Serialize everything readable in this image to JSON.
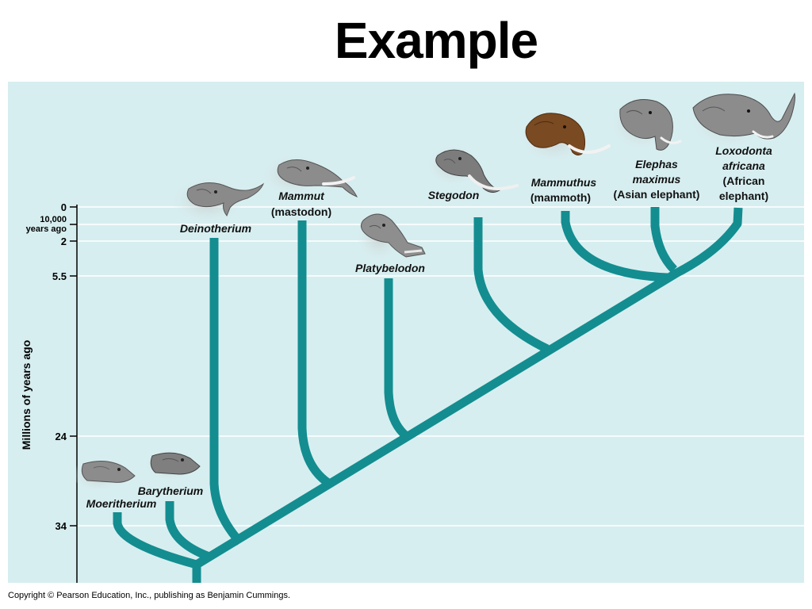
{
  "title": "Example",
  "copyright": "Copyright © Pearson Education, Inc., publishing as Benjamin Cummings.",
  "axis": {
    "title": "Millions of years ago",
    "ticks": [
      {
        "value": 0,
        "label": "0"
      },
      {
        "value": 0.01,
        "label1": "10,000",
        "label2": "years ago"
      },
      {
        "value": 2,
        "label": "2"
      },
      {
        "value": 5.5,
        "label": "5.5"
      },
      {
        "value": 24,
        "label": "24"
      },
      {
        "value": 34,
        "label": "34"
      }
    ]
  },
  "species": [
    {
      "id": "moeritherium",
      "genus": "Moeritherium",
      "line2": "",
      "line3": "",
      "line4": ""
    },
    {
      "id": "barytherium",
      "genus": "Barytherium",
      "line2": "",
      "line3": "",
      "line4": ""
    },
    {
      "id": "deinotherium",
      "genus": "Deinotherium",
      "line2": "",
      "line3": "",
      "line4": ""
    },
    {
      "id": "mammut",
      "genus": "Mammut",
      "line2": "(mastodon)",
      "line3": "",
      "line4": ""
    },
    {
      "id": "platybelodon",
      "genus": "Platybelodon",
      "line2": "",
      "line3": "",
      "line4": ""
    },
    {
      "id": "stegodon",
      "genus": "Stegodon",
      "line2": "",
      "line3": "",
      "line4": ""
    },
    {
      "id": "mammuthus",
      "genus": "Mammuthus",
      "line2": "(mammoth)",
      "line3": "",
      "line4": ""
    },
    {
      "id": "elephas",
      "genus": "Elephas",
      "line2": "maximus",
      "line3": "(Asian elephant)",
      "line4": ""
    },
    {
      "id": "loxodonta",
      "genus": "Loxodonta",
      "line2": "africana",
      "line3": "(African",
      "line4": "elephant)"
    }
  ],
  "colors": {
    "panel": "#d7eef0",
    "branch": "#138d90",
    "gridline": "#ffffff",
    "head_gray": "#8c8c8c",
    "mammoth_brown": "#7a4a22"
  },
  "icons": [
    "elephant-head-icon",
    "mammoth-head-icon"
  ]
}
